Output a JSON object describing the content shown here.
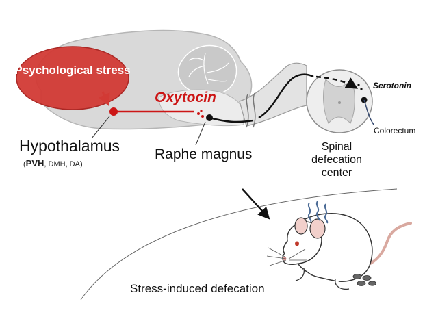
{
  "labels": {
    "psychological_stress": "Psychological stress",
    "oxytocin": "Oxytocin",
    "hypothalamus": "Hypothalamus",
    "hypothalamus_nuclei": {
      "open": "(",
      "pvh": "PVH",
      "rest": ", DMH, DA)"
    },
    "raphe_magnus": "Raphe magnus",
    "serotonin": "Serotonin",
    "colorectum": "Colorectum",
    "spinal_center": "Spinal defecation center",
    "stress_induced_defecation": "Stress-induced defecation"
  },
  "colors": {
    "brain_fill": "#d9d9d9",
    "brain_outline": "#b5b5b5",
    "stress_bubble": "#d23a35",
    "oxytocin_red": "#cc1616",
    "pathway_black": "#111111"
  }
}
